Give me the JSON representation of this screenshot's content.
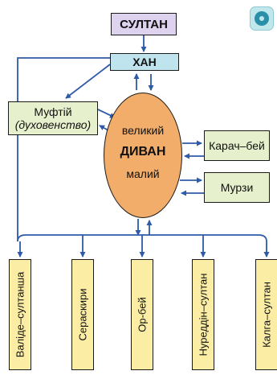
{
  "nodes": {
    "sultan": "СУЛТАН",
    "khan": "ХАН",
    "mufti_name": "Муфтій",
    "mufti_note": "(духовенство)",
    "divan_top": "великий",
    "divan_main": "ДИВАН",
    "divan_bottom": "малий",
    "karach_bey": "Карач–бей",
    "murzy": "Мурзи"
  },
  "officials": [
    "Валіде–султанша",
    "Сераскири",
    "Ор-бей",
    "Нуреддін–султан",
    "Калга–султан"
  ],
  "colors": {
    "sultan_fill": "#ddd3ef",
    "khan_fill": "#bfe4ee",
    "side_fill": "#e6f0cc",
    "divan_fill": "#f2ad6a",
    "official_fill": "#fbeea4",
    "arrow": "#2e5aa8"
  },
  "logo_icon": "disc-logo-icon"
}
